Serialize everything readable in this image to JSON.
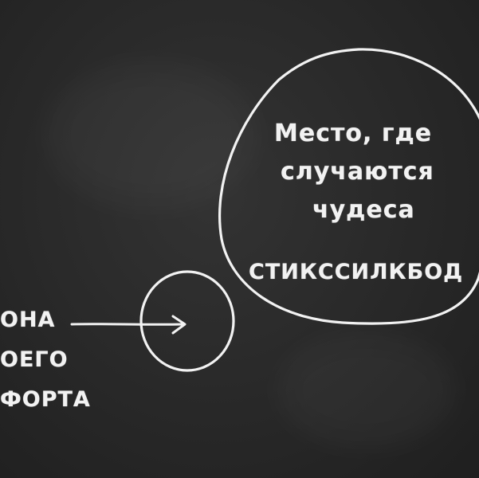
{
  "big_circle": {
    "line1": "Место, где",
    "line2": "случаются",
    "line3": "чудеса",
    "signature": "СТИКССИЛКБОД"
  },
  "small_circle": {
    "line1": "ОНА",
    "line2": "ОЕГО",
    "line3": "ФОРТА"
  },
  "colors": {
    "board": "#262626",
    "chalk": "#f2f2f2"
  }
}
